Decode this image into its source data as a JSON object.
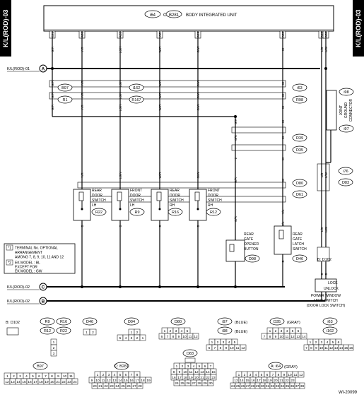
{
  "page_id": "K/L(ROD)-03",
  "figure_code": "WI-20099",
  "unit": {
    "prefix_a": "A:",
    "conn_a": "i64",
    "prefix_c": "C:",
    "conn_c": "B281",
    "title": "BODY INTEGRATED UNIT"
  },
  "unit_pins": [
    {
      "num": "C24",
      "color": "G/R"
    },
    {
      "num": "A20",
      "color": "Y/R"
    },
    {
      "num": "A32",
      "color": "LG/Y"
    },
    {
      "num": "A6",
      "color": "W/R"
    },
    {
      "num": "A19",
      "color": "G/W"
    },
    {
      "num": "A33",
      "color": "W"
    },
    {
      "num": "A15",
      "color": "L/B"
    },
    {
      "num": "A30",
      "color": "L/W"
    }
  ],
  "wire_colors": {
    "gr": "G/R",
    "yr": "Y/R",
    "lgy": "LG/Y",
    "wr": "W/R",
    "gw": "G/W",
    "w": "W",
    "lb": "L/B",
    "lw": "L/W",
    "yl": "Y/L",
    "b": "B",
    "star2": "*2"
  },
  "refs": {
    "a": "A",
    "b": "B",
    "c": "C",
    "rod01": "K/L(ROD)-01",
    "rod02": "K/L(ROD)-02"
  },
  "connectors": {
    "b97": "B97",
    "r1": "R1",
    "i162": "i162",
    "r167": "R167",
    "i63": "i63",
    "r98": "R98",
    "r39": "R39",
    "d35": "D35",
    "d80": "D80",
    "d61": "D61",
    "i76": "i76",
    "d83": "D83",
    "i98": "i98",
    "i97": "i97",
    "r22": "R22",
    "r9": "R9",
    "r16": "R16",
    "r12": "R12",
    "d98": "D98",
    "d46": "D46",
    "d102": "D102",
    "bd102": "B: D102"
  },
  "switches": {
    "rear_lh": [
      "REAR",
      "DOOR",
      "SWITCH",
      "LH"
    ],
    "front_lh": [
      "FRONT",
      "DOOR",
      "SWITCH",
      "LH"
    ],
    "rear_rh": [
      "REAR",
      "DOOR",
      "SWITCH",
      "RH"
    ],
    "front_rh": [
      "FRONT",
      "DOOR",
      "SWITCH",
      "RH"
    ],
    "gate_opener": [
      "REAR",
      "GATE",
      "OPENER",
      "BUTTON"
    ],
    "gate_latch": [
      "REAR",
      "GATE",
      "LATCH",
      "SWITCH"
    ],
    "joint": [
      "JOINT",
      "GROUND",
      "CONNECTOR"
    ]
  },
  "power_window": {
    "lock": "LOCK",
    "unlock": "UNLOCK",
    "title": [
      "POWER WINDOW",
      "MAIN SWITCH",
      "(DOOR LOCK SWITCH)"
    ]
  },
  "notes": {
    "n1_tag": "*1",
    "n1": [
      "TERMINAL No. OPTIONAL",
      "ARRANGEMENT",
      "AMONG 7, 8, 9, 10, 11 AND 12"
    ],
    "n2_tag": "*2",
    "n2": [
      "EK MODEL      : BL",
      "EXCEPT FOR",
      "EK MODEL      : GW"
    ]
  },
  "connector_views": {
    "d102": "B: D102",
    "r9": "R9",
    "r16": "R16",
    "r12": "R12",
    "r22": "R22",
    "d46": "D46",
    "d94": "D94",
    "d80": "D80",
    "i97": "i97",
    "i98": "i98",
    "blue1": "(BLUE)",
    "blue2": "(BLUE)",
    "d35": "D35",
    "gray1": "(GRAY)",
    "i63": "i63",
    "i162": "i162",
    "b97": "B97",
    "b281": "C: B281",
    "d83": "D83",
    "i64": "A: i64",
    "gray2": "(GRAY)"
  },
  "pin_numbers": {
    "r_top": "1",
    "r_mid": "2",
    "r_bot": "3",
    "d46_row": "1 2",
    "d94_top": "1 2",
    "d94_bot": "5 4 3 2 1",
    "d80_top": "1 2 3 4 5",
    "d80_bot": "6 7 8 9 10 11 12",
    "i97_top": "1 2 3 4 5",
    "i97_bot": "6 7 8 9 10 11 12",
    "d35_top": "1 2 3 4 5 6",
    "d35_bot": "7 8 9 10 11 12 13 14",
    "i63_top": "1 2 3 4 5 6",
    "i63_bot": "7 8 9 10 11 12 13 14 15 16",
    "b97_top": "1 2 3 4 5 6 7 8 9 10 11",
    "b97_bot": "12 13 14 15 16 17 18 19 20 21 22 23 24",
    "b281_r1": "1 2 3 4 5 6 7 8",
    "b281_r2": "9 10 11 12 13 14 15 16 17 18 19",
    "b281_r3": "20 21 22 23 24 25 26 27 28",
    "d83_r1": "1 2 3 4 5 6 7",
    "d83_r2": "8 9 10 11 12 13 14 15",
    "d83_r3": "16 17 18 19 20 21 22 23",
    "d83_r4": "24 25 26 27 28 29 30",
    "i64_r1": "1 2 3 4 5 6 7 8 9 10 11 12",
    "i64_r2": "13 14 15 16 17 18 19 20 21 22 23",
    "i64_r3": "24 25 26 27 28 29 30 31 32 33 34 35 36 37 38"
  }
}
